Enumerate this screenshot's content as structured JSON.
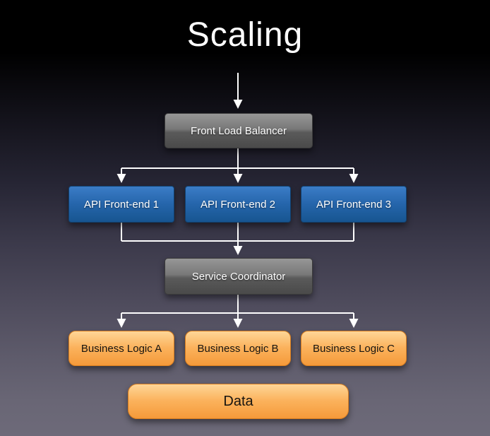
{
  "slide": {
    "title": "Scaling"
  },
  "nodes": {
    "front_load_balancer": "Front Load Balancer",
    "api_frontends": [
      "API Front-end 1",
      "API Front-end 2",
      "API Front-end 3"
    ],
    "service_coordinator": "Service Coordinator",
    "business_logic": [
      "Business Logic A",
      "Business Logic B",
      "Business Logic C"
    ],
    "data_store": "Data"
  },
  "colors": {
    "background_top": "#000000",
    "background_bottom": "#6d6a79",
    "gray_node": "#6e6e6e",
    "blue_node": "#2565ab",
    "orange_node": "#f9a64a",
    "connector": "#ffffff",
    "title_text": "#ffffff"
  }
}
